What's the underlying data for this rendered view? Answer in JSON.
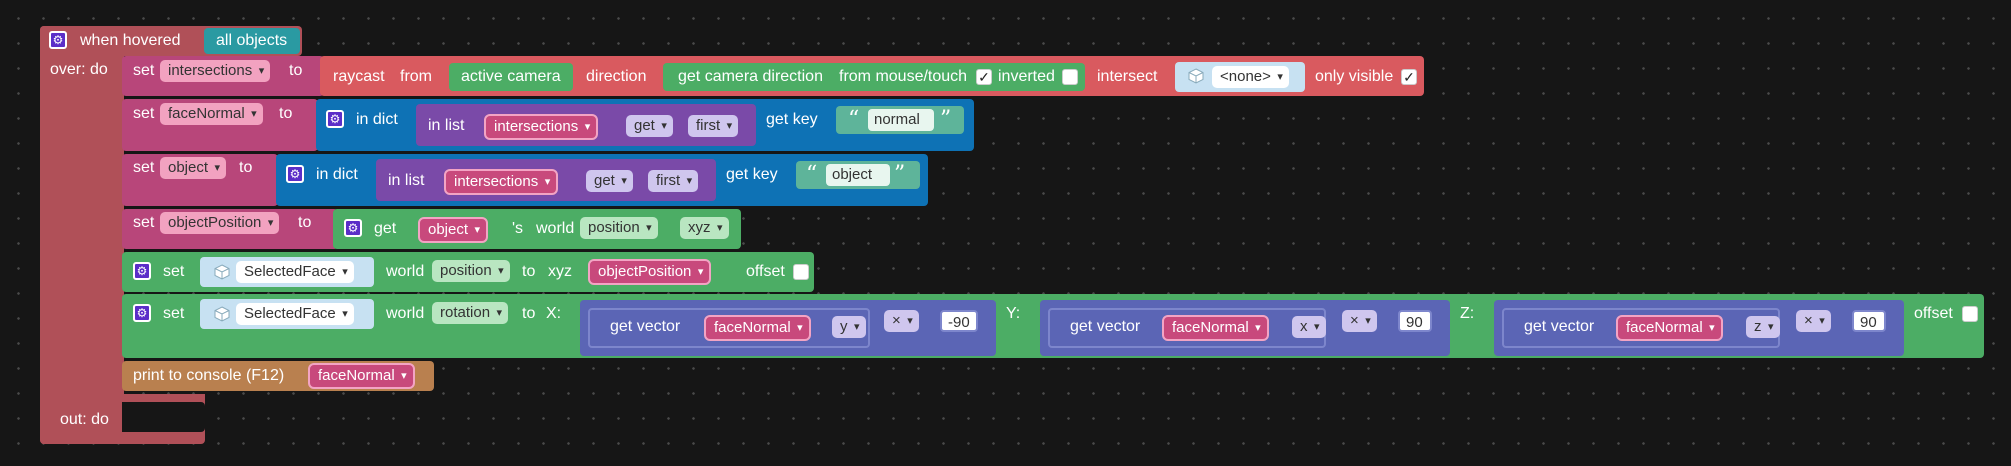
{
  "event": {
    "label": "when hovered",
    "target": "all objects",
    "over_label": "over: do",
    "out_label": "out: do"
  },
  "raycast": {
    "set": "set",
    "var": "intersections",
    "to": "to",
    "label": "raycast",
    "from": "from",
    "from_value": "active camera",
    "direction": "direction",
    "get_dir": "get camera direction",
    "from_mouse": "from mouse/touch",
    "from_mouse_checked": "✓",
    "inverted": "inverted",
    "intersect": "intersect",
    "intersect_value": "<none>",
    "only_visible": "only visible",
    "only_visible_checked": "✓"
  },
  "face_normal": {
    "set": "set",
    "var": "faceNormal",
    "to": "to",
    "in_dict": "in dict",
    "in_list": "in list",
    "list_var": "intersections",
    "get": "get",
    "first": "first",
    "get_key": "get key",
    "key": "normal"
  },
  "object_row": {
    "set": "set",
    "var": "object",
    "to": "to",
    "in_dict": "in dict",
    "in_list": "in list",
    "list_var": "intersections",
    "get": "get",
    "first": "first",
    "get_key": "get key",
    "key": "object"
  },
  "object_position": {
    "set": "set",
    "var": "objectPosition",
    "to": "to",
    "get": "get",
    "object": "object",
    "s": "'s",
    "world": "world",
    "position": "position",
    "xyz": "xyz"
  },
  "set_position": {
    "set": "set",
    "target": "SelectedFace",
    "world": "world",
    "position": "position",
    "to": "to",
    "xyz": "xyz",
    "value": "objectPosition",
    "offset": "offset"
  },
  "set_rotation": {
    "set": "set",
    "target": "SelectedFace",
    "world": "world",
    "rotation": "rotation",
    "to": "to",
    "x_label": "X:",
    "y_label": "Y:",
    "z_label": "Z:",
    "offset": "offset",
    "get_vector": "get vector",
    "vec_var": "faceNormal",
    "x_comp": "y",
    "x_op": "×",
    "x_val": "-90",
    "y_comp": "x",
    "y_op": "×",
    "y_val": "90",
    "z_comp": "z",
    "z_op": "×",
    "z_val": "90"
  },
  "print": {
    "label": "print to console (F12)",
    "value": "faceNormal"
  },
  "colors": {
    "event": "#b05058",
    "var_set": "#b8467a",
    "raycast": "#d95a5f",
    "dict": "#0e72b5",
    "list": "#7a4aa8",
    "object": "#4cad65",
    "vector": "#5b65b5"
  }
}
